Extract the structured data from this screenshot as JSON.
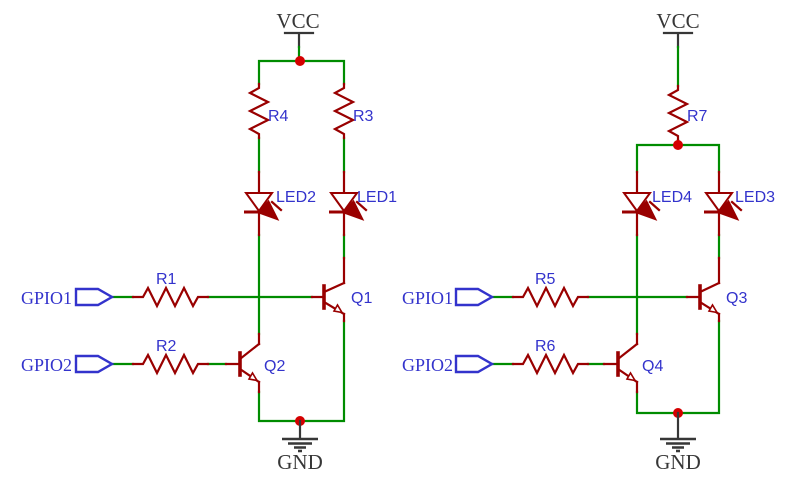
{
  "colors": {
    "wire": "#008c00",
    "component": "#990000",
    "junction": "#d40000",
    "label": "#3333cc",
    "power_label": "#373737"
  },
  "left_circuit": {
    "vcc": "VCC",
    "gnd": "GND",
    "gpio1": "GPIO1",
    "gpio2": "GPIO2",
    "r1": "R1",
    "r2": "R2",
    "r3": "R3",
    "r4": "R4",
    "led1": "LED1",
    "led2": "LED2",
    "q1": "Q1",
    "q2": "Q2"
  },
  "right_circuit": {
    "vcc": "VCC",
    "gnd": "GND",
    "gpio1": "GPIO1",
    "gpio2": "GPIO2",
    "r5": "R5",
    "r6": "R6",
    "r7": "R7",
    "led3": "LED3",
    "led4": "LED4",
    "q3": "Q3",
    "q4": "Q4"
  }
}
